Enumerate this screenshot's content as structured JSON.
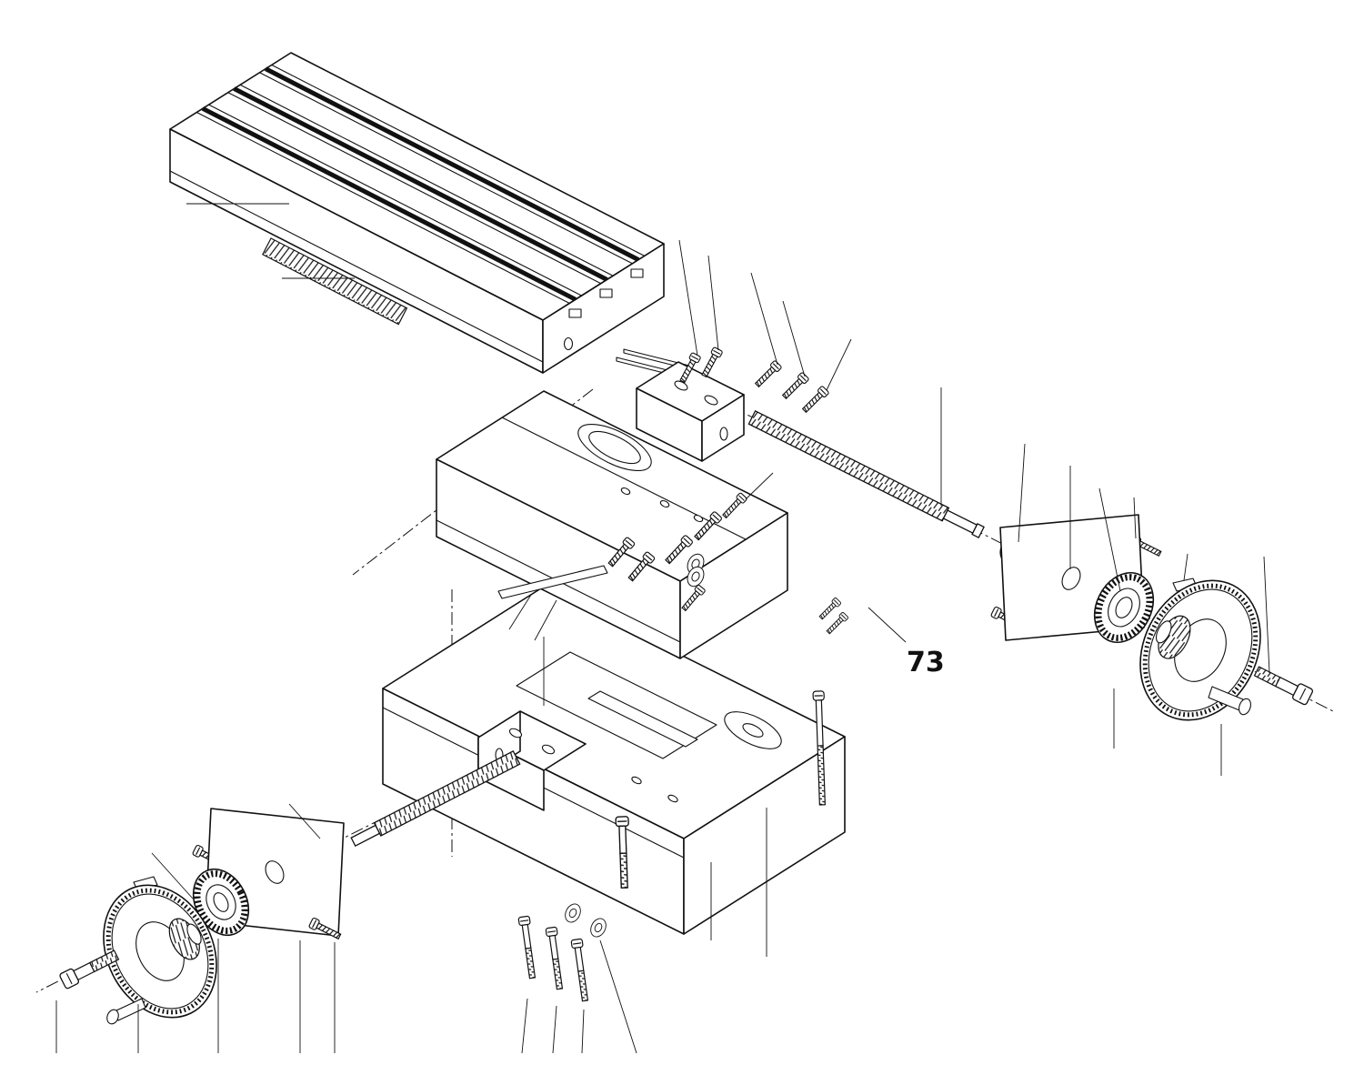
{
  "diagram": {
    "type": "exploded-parts-diagram",
    "background_color": "#ffffff",
    "line_color": "#111111",
    "callouts": [
      {
        "text": "73"
      }
    ],
    "parts": [
      "t-slot-table",
      "rack-strip",
      "saddle",
      "cross-feed-nut",
      "cross-leadscrew",
      "longitudinal-leadscrew",
      "washer",
      "right-end-plate",
      "left-end-plate",
      "graduated-dial",
      "index-mark",
      "handwheel",
      "crank-handle",
      "handwheel-bolt",
      "base",
      "longitudinal-feed-nut",
      "cap-screw",
      "mounting-screw",
      "gib-strip",
      "dowel-pin"
    ]
  }
}
